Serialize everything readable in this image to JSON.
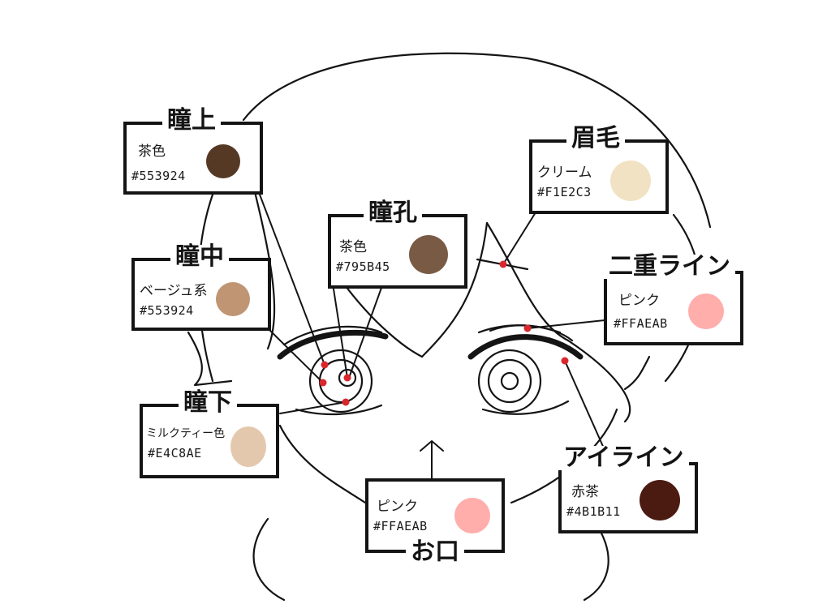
{
  "labels": [
    {
      "id": "hitomi-ue",
      "title": "瞳上",
      "name": "茶色",
      "hex": "#553924",
      "color": "#553924"
    },
    {
      "id": "hitomi-naka",
      "title": "瞳中",
      "name": "ベージュ系",
      "hex": "#553924",
      "color": "#BF9574"
    },
    {
      "id": "hitomi-shita",
      "title": "瞳下",
      "name": "ミルクティー色",
      "hex": "#E4C8AE",
      "color": "#E4C8AE"
    },
    {
      "id": "doukou",
      "title": "瞳孔",
      "name": "茶色",
      "hex": "#795B45",
      "color": "#795B45"
    },
    {
      "id": "mayuge",
      "title": "眉毛",
      "name": "クリーム",
      "hex": "#F1E2C3",
      "color": "#F1E2C3"
    },
    {
      "id": "futae-line",
      "title": "二重ライン",
      "name": "ピンク",
      "hex": "#FFAEAB",
      "color": "#FFAEAB"
    },
    {
      "id": "eyeline",
      "title": "アイライン",
      "name": "赤茶",
      "hex": "#4B1B11",
      "color": "#4B1B11"
    },
    {
      "id": "okuchi",
      "title": "お口",
      "name": "ピンク",
      "hex": "#FFAEAB",
      "color": "#FFAEAB"
    }
  ],
  "colors": {
    "ink": "#141414",
    "marker": "#D9272E",
    "paper": "#FFFFFF"
  }
}
